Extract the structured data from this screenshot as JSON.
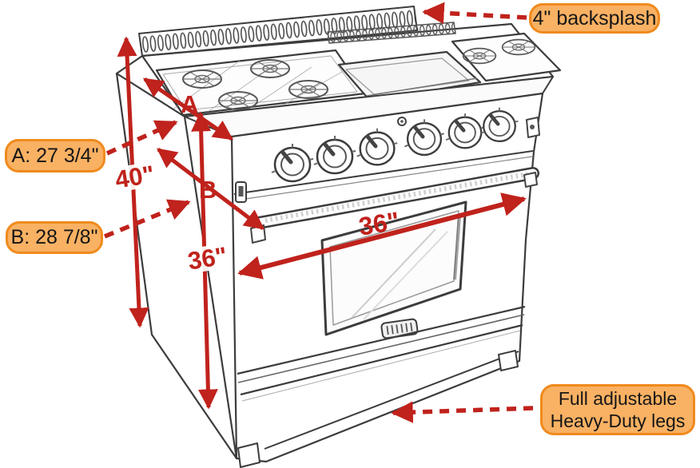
{
  "figure": {
    "type": "product dimension diagram",
    "subject": "36-inch professional gas range with backsplash, sketch line drawing"
  },
  "dims": {
    "overall_height": "40\"",
    "body_height": "36\"",
    "width": "36\"",
    "marker_a": "A",
    "marker_b": "B"
  },
  "callouts": {
    "backsplash": "4\" backsplash",
    "a": "A: 27 3/4\"",
    "b": "B: 28 7/8\"",
    "legs_line1": "Full adjustable",
    "legs_line2": "Heavy-Duty legs"
  },
  "icons": {
    "dimension_arrows": "double-headed-arrow-icon",
    "callout_pointers": "dashed-arrow-icon"
  },
  "colors": {
    "dimension_red": "#c0221c",
    "callout_fill": "#f9b163",
    "callout_border": "#f08a1d",
    "sketch_line": "#3c3c3c",
    "background": "#ffffff"
  }
}
